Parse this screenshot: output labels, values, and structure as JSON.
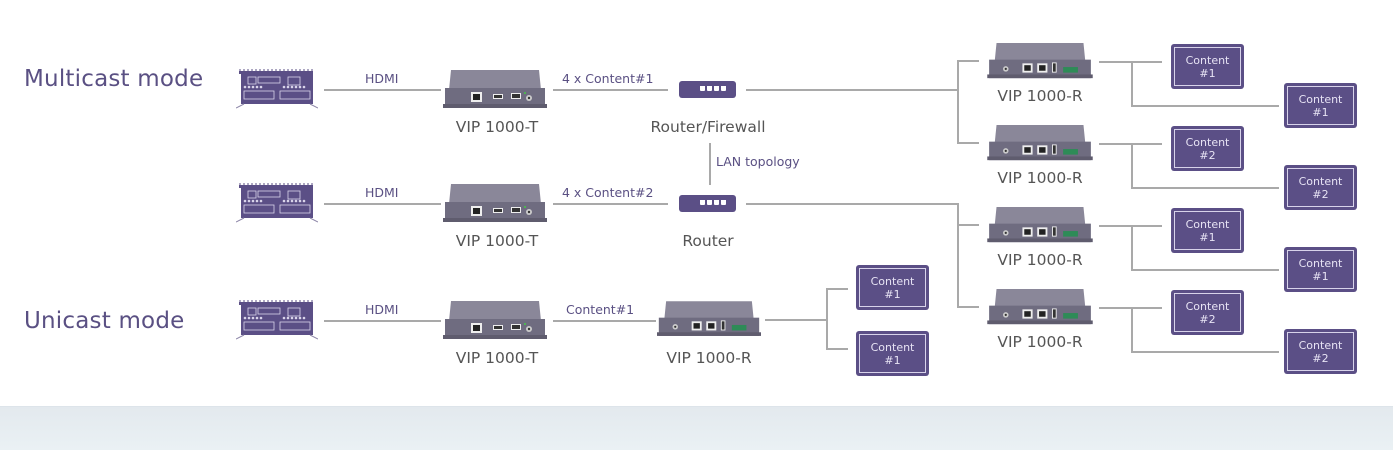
{
  "modes": {
    "multicast_label": "Multicast mode",
    "unicast_label": "Unicast mode"
  },
  "colors": {
    "accent": "#5b4f86",
    "line": "#a9a9a9",
    "label_text": "#555555",
    "footer_band": "#e6edf1"
  },
  "icons": {
    "source_pc": "embedded-pc-icon",
    "transmitter": "vip-1000-t-device-icon",
    "receiver": "vip-1000-r-device-icon",
    "router": "router-icon",
    "display": "content-display-icon"
  },
  "multicast": {
    "row1": {
      "link_source": "HDMI",
      "transmitter": "VIP 1000-T",
      "link_stream": "4 x Content#1",
      "router": "Router/Firewall"
    },
    "lan_label": "LAN topology",
    "row2": {
      "link_source": "HDMI",
      "transmitter": "VIP 1000-T",
      "link_stream": "4 x Content#2",
      "router": "Router"
    },
    "receivers": [
      {
        "label": "VIP 1000-R",
        "outputs": [
          {
            "line1": "Content",
            "line2": "#1"
          },
          {
            "line1": "Content",
            "line2": "#1"
          }
        ]
      },
      {
        "label": "VIP 1000-R",
        "outputs": [
          {
            "line1": "Content",
            "line2": "#2"
          },
          {
            "line1": "Content",
            "line2": "#2"
          }
        ]
      },
      {
        "label": "VIP 1000-R",
        "outputs": [
          {
            "line1": "Content",
            "line2": "#1"
          },
          {
            "line1": "Content",
            "line2": "#1"
          }
        ]
      },
      {
        "label": "VIP 1000-R",
        "outputs": [
          {
            "line1": "Content",
            "line2": "#2"
          },
          {
            "line1": "Content",
            "line2": "#2"
          }
        ]
      }
    ]
  },
  "unicast": {
    "link_source": "HDMI",
    "transmitter": "VIP 1000-T",
    "link_stream": "Content#1",
    "receiver": "VIP 1000-R",
    "outputs": [
      {
        "line1": "Content",
        "line2": "#1"
      },
      {
        "line1": "Content",
        "line2": "#1"
      }
    ]
  }
}
